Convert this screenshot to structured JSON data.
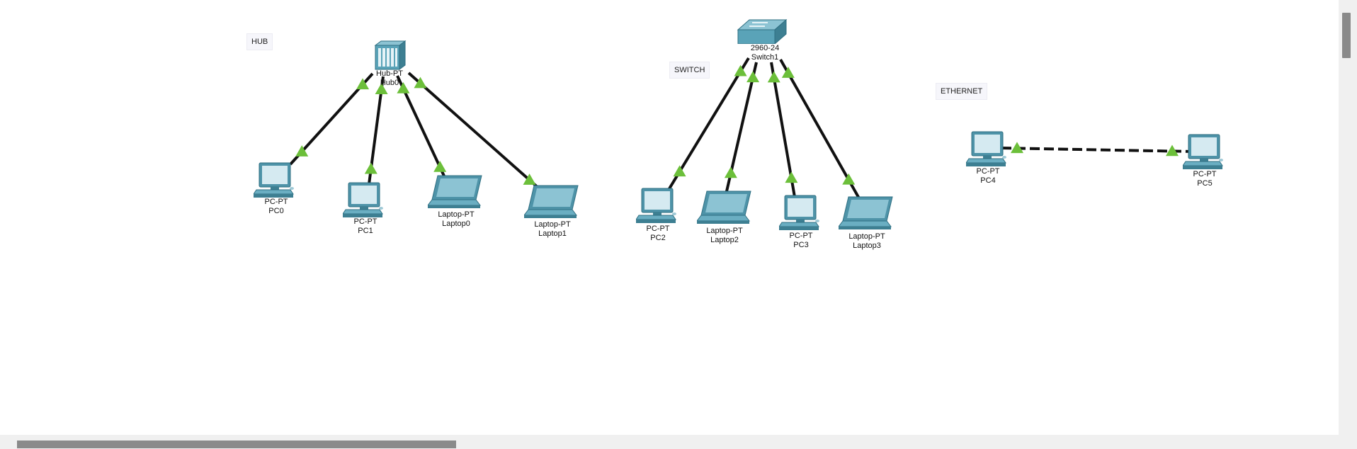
{
  "notes": {
    "hub": "HUB",
    "switch": "SWITCH",
    "ethernet": "ETHERNET"
  },
  "devices": {
    "hub0": {
      "model": "Hub-PT",
      "name": "Hub0",
      "icon": "hub-icon"
    },
    "switch1": {
      "model": "2960-24",
      "name": "Switch1",
      "icon": "switch-icon"
    },
    "pc0": {
      "model": "PC-PT",
      "name": "PC0",
      "icon": "pc-icon"
    },
    "pc1": {
      "model": "PC-PT",
      "name": "PC1",
      "icon": "pc-icon"
    },
    "laptop0": {
      "model": "Laptop-PT",
      "name": "Laptop0",
      "icon": "laptop-icon"
    },
    "laptop1": {
      "model": "Laptop-PT",
      "name": "Laptop1",
      "icon": "laptop-icon"
    },
    "pc2": {
      "model": "PC-PT",
      "name": "PC2",
      "icon": "pc-icon"
    },
    "laptop2": {
      "model": "Laptop-PT",
      "name": "Laptop2",
      "icon": "laptop-icon"
    },
    "pc3": {
      "model": "PC-PT",
      "name": "PC3",
      "icon": "pc-icon"
    },
    "laptop3": {
      "model": "Laptop-PT",
      "name": "Laptop3",
      "icon": "laptop-icon"
    },
    "pc4": {
      "model": "PC-PT",
      "name": "PC4",
      "icon": "pc-icon"
    },
    "pc5": {
      "model": "PC-PT",
      "name": "PC5",
      "icon": "pc-icon"
    }
  },
  "links": [
    {
      "from": "hub0",
      "to": "pc0",
      "type": "copper-straight",
      "status": "up"
    },
    {
      "from": "hub0",
      "to": "pc1",
      "type": "copper-straight",
      "status": "up"
    },
    {
      "from": "hub0",
      "to": "laptop0",
      "type": "copper-straight",
      "status": "up"
    },
    {
      "from": "hub0",
      "to": "laptop1",
      "type": "copper-straight",
      "status": "up"
    },
    {
      "from": "switch1",
      "to": "pc2",
      "type": "copper-straight",
      "status": "up"
    },
    {
      "from": "switch1",
      "to": "laptop2",
      "type": "copper-straight",
      "status": "up"
    },
    {
      "from": "switch1",
      "to": "pc3",
      "type": "copper-straight",
      "status": "up"
    },
    {
      "from": "switch1",
      "to": "laptop3",
      "type": "copper-straight",
      "status": "up"
    },
    {
      "from": "pc4",
      "to": "pc5",
      "type": "copper-cross",
      "status": "up"
    }
  ],
  "colors": {
    "link": "#111111",
    "link_up": "#6cbf3a",
    "device_teal": "#4a8fa3"
  }
}
